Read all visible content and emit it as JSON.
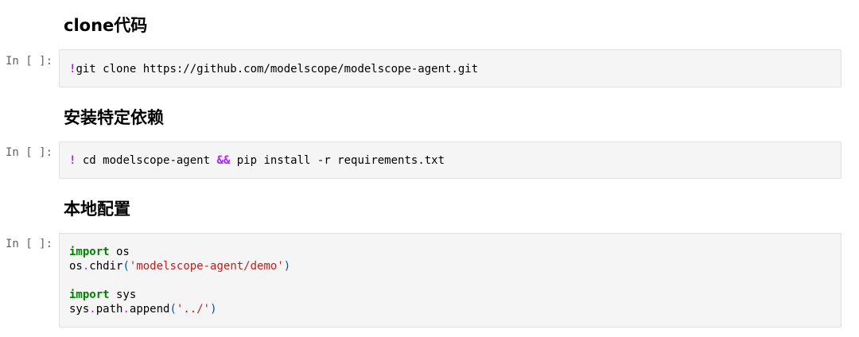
{
  "cells": [
    {
      "heading": "clone代码",
      "prompt": "In [ ]:",
      "code": {
        "bang": "!",
        "command": "git clone https://github.com/modelscope/modelscope-agent.git"
      }
    },
    {
      "heading": "安装特定依赖",
      "prompt": "In [ ]:",
      "code": {
        "bang": "!",
        "part1": " cd modelscope-agent ",
        "op": "&&",
        "part2": " pip install -r requirements.txt"
      }
    },
    {
      "heading": "本地配置",
      "prompt": "In [ ]:",
      "code": {
        "line1_kw": "import",
        "line1_rest": " os",
        "line2_obj": "os",
        "line2_dot": ".",
        "line2_fn": "chdir",
        "line2_open": "(",
        "line2_str": "'modelscope-agent/demo'",
        "line2_close": ")",
        "line4_kw": "import",
        "line4_rest": " sys",
        "line5_obj": "sys",
        "line5_dot1": ".",
        "line5_attr": "path",
        "line5_dot2": ".",
        "line5_fn": "append",
        "line5_open": "(",
        "line5_str": "'../'",
        "line5_close": ")"
      }
    }
  ],
  "colors": {
    "magic": "#aa22ff",
    "keyword": "#008000",
    "string": "#ba2121",
    "cell_background": "#f5f5f5",
    "prompt": "#616161"
  }
}
